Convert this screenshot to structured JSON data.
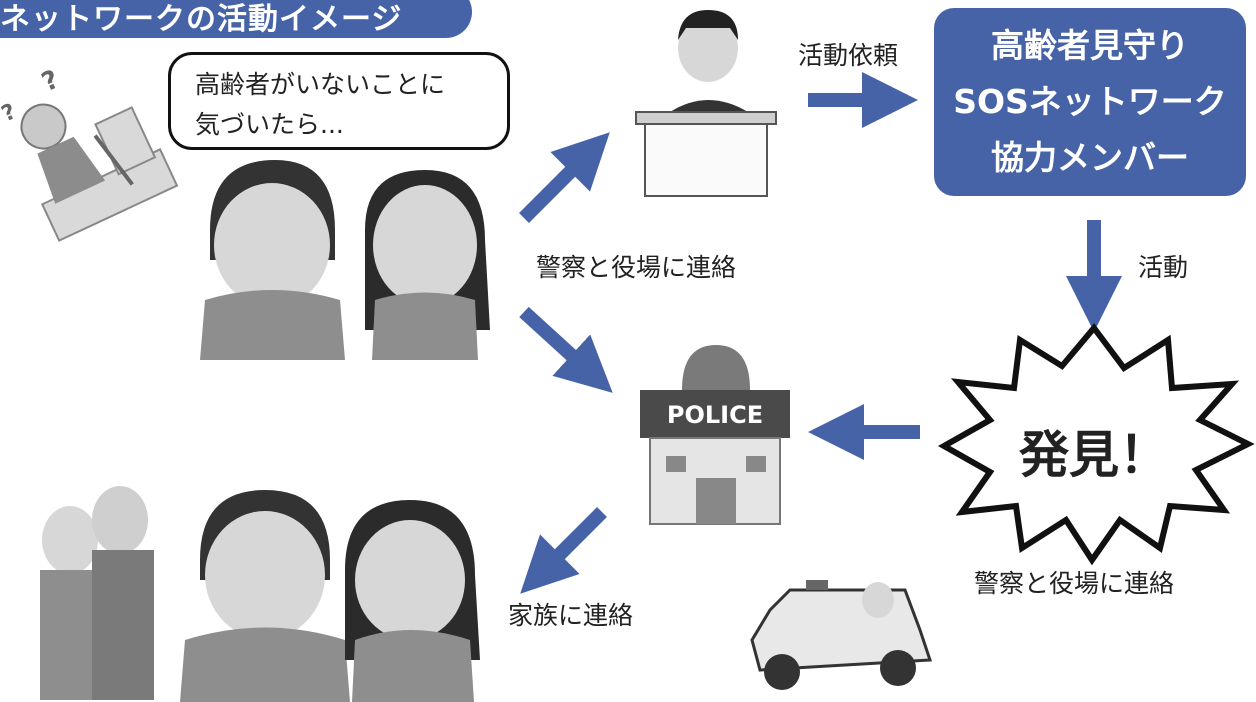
{
  "title": "ネットワークの活動イメージ",
  "speech_bubble": {
    "line1": "高齢者がいないことに",
    "line2": "気づいたら..."
  },
  "labels": {
    "report_police_town_1": "警察と役場に連絡",
    "activity_request": "活動依頼",
    "activity": "活動",
    "report_police_town_2": "警察と役場に連絡",
    "contact_family": "家族に連絡"
  },
  "member_box": {
    "line1": "高齢者見守り",
    "line2": "SOSネットワーク",
    "line3": "協力メンバー"
  },
  "found_burst": "発見！",
  "police_sign": "POLICE",
  "colors": {
    "accent": "#4763a8",
    "illustration_gray": "#9a9a9a"
  },
  "icons": [
    "lost-elderly-person-icon",
    "worried-couple-icon",
    "town-official-icon",
    "police-station-icon",
    "police-car-icon",
    "happy-family-icon"
  ]
}
